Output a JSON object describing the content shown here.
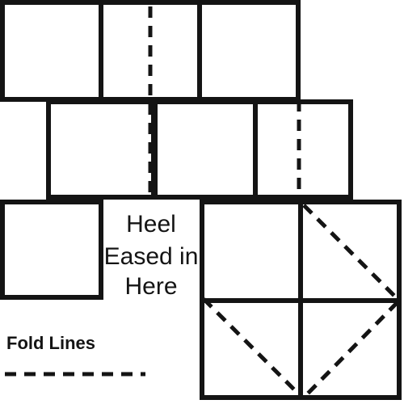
{
  "annotation": {
    "lines": [
      "Heel",
      "Eased in",
      "Here"
    ]
  },
  "legend": {
    "label": "Fold Lines"
  },
  "colors": {
    "line": "#141414",
    "background": "#ffffff"
  }
}
